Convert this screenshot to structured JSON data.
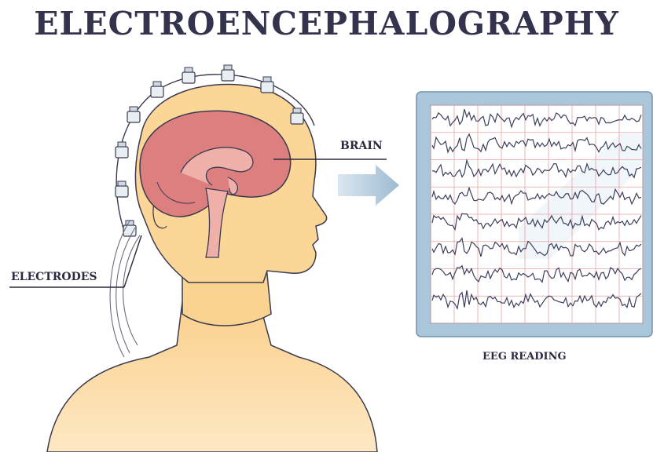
{
  "title": "ELECTROENCEPHALOGRAPHY",
  "labels": {
    "electrodes": "ELECTRODES",
    "brain": "BRAIN",
    "eeg_reading": "EEG READING"
  },
  "colors": {
    "title": "#33334d",
    "skin": "#fcd9a0",
    "brain": "#de7f7f",
    "monitor_frame": "#9fbfd6",
    "trace": "#3a3f5c",
    "grid": "#e8a2a2",
    "arrow": "#a9c4d8"
  },
  "icons": [
    "electrode-icon",
    "arrow-right-icon",
    "monitor-icon",
    "brain-icon"
  ]
}
